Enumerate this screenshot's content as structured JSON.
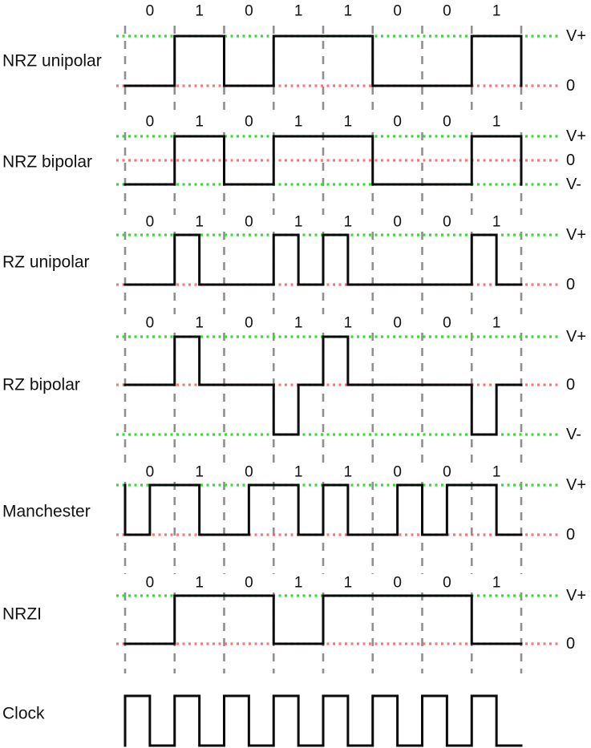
{
  "figure": {
    "description": "Line coding schemes comparison diagram",
    "bits": [
      "0",
      "1",
      "0",
      "1",
      "1",
      "0",
      "0",
      "1"
    ],
    "colors": {
      "grid_dash": "#8f8f8f",
      "level_positive": "#33dd33",
      "level_zero": "#ff5e5e",
      "signal": "#0a0a0a",
      "text": "#111111"
    },
    "level_label_positive": "V+",
    "level_label_zero": "0",
    "level_label_negative": "V-",
    "sections": [
      {
        "id": "nrz-unipolar",
        "label": "NRZ unipolar",
        "show_bits": true,
        "levels": [
          {
            "name": "V+",
            "v": 1
          },
          {
            "name": "0",
            "v": 0
          }
        ],
        "points": [
          [
            0,
            0
          ],
          [
            1,
            0
          ],
          [
            1,
            1
          ],
          [
            2,
            1
          ],
          [
            2,
            0
          ],
          [
            3,
            0
          ],
          [
            3,
            1
          ],
          [
            5,
            1
          ],
          [
            5,
            0
          ],
          [
            7,
            0
          ],
          [
            7,
            1
          ],
          [
            8,
            1
          ],
          [
            8,
            0
          ]
        ]
      },
      {
        "id": "nrz-bipolar",
        "label": "NRZ bipolar",
        "show_bits": true,
        "levels": [
          {
            "name": "V+",
            "v": 1
          },
          {
            "name": "0",
            "v": 0
          },
          {
            "name": "V-",
            "v": -1
          }
        ],
        "points": [
          [
            0,
            -1
          ],
          [
            1,
            -1
          ],
          [
            1,
            1
          ],
          [
            2,
            1
          ],
          [
            2,
            -1
          ],
          [
            3,
            -1
          ],
          [
            3,
            1
          ],
          [
            5,
            1
          ],
          [
            5,
            -1
          ],
          [
            7,
            -1
          ],
          [
            7,
            1
          ],
          [
            8,
            1
          ],
          [
            8,
            -1
          ]
        ]
      },
      {
        "id": "rz-unipolar",
        "label": "RZ unipolar",
        "show_bits": true,
        "levels": [
          {
            "name": "V+",
            "v": 1
          },
          {
            "name": "0",
            "v": 0
          }
        ],
        "points": [
          [
            0,
            0
          ],
          [
            1,
            0
          ],
          [
            1,
            1
          ],
          [
            1.5,
            1
          ],
          [
            1.5,
            0
          ],
          [
            3,
            0
          ],
          [
            3,
            1
          ],
          [
            3.5,
            1
          ],
          [
            3.5,
            0
          ],
          [
            4,
            0
          ],
          [
            4,
            1
          ],
          [
            4.5,
            1
          ],
          [
            4.5,
            0
          ],
          [
            7,
            0
          ],
          [
            7,
            1
          ],
          [
            7.5,
            1
          ],
          [
            7.5,
            0
          ],
          [
            8,
            0
          ]
        ]
      },
      {
        "id": "rz-bipolar",
        "label": "RZ bipolar",
        "show_bits": true,
        "levels": [
          {
            "name": "V+",
            "v": 1
          },
          {
            "name": "0",
            "v": 0
          },
          {
            "name": "V-",
            "v": -1
          }
        ],
        "points": [
          [
            0,
            0
          ],
          [
            1,
            0
          ],
          [
            1,
            1
          ],
          [
            1.5,
            1
          ],
          [
            1.5,
            0
          ],
          [
            3,
            0
          ],
          [
            3,
            -1
          ],
          [
            3.5,
            -1
          ],
          [
            3.5,
            0
          ],
          [
            4,
            0
          ],
          [
            4,
            1
          ],
          [
            4.5,
            1
          ],
          [
            4.5,
            0
          ],
          [
            7,
            0
          ],
          [
            7,
            -1
          ],
          [
            7.5,
            -1
          ],
          [
            7.5,
            0
          ],
          [
            8,
            0
          ]
        ]
      },
      {
        "id": "manchester",
        "label": "Manchester",
        "show_bits": true,
        "levels": [
          {
            "name": "V+",
            "v": 1
          },
          {
            "name": "0",
            "v": 0
          }
        ],
        "points": [
          [
            0,
            1
          ],
          [
            0,
            0
          ],
          [
            0.5,
            0
          ],
          [
            0.5,
            1
          ],
          [
            1.5,
            1
          ],
          [
            1.5,
            0
          ],
          [
            2.5,
            0
          ],
          [
            2.5,
            1
          ],
          [
            3.5,
            1
          ],
          [
            3.5,
            0
          ],
          [
            4,
            0
          ],
          [
            4,
            1
          ],
          [
            4.5,
            1
          ],
          [
            4.5,
            0
          ],
          [
            5.5,
            0
          ],
          [
            5.5,
            1
          ],
          [
            6,
            1
          ],
          [
            6,
            0
          ],
          [
            6.5,
            0
          ],
          [
            6.5,
            1
          ],
          [
            7.5,
            1
          ],
          [
            7.5,
            0
          ],
          [
            8,
            0
          ]
        ]
      },
      {
        "id": "nrzi",
        "label": "NRZI",
        "show_bits": true,
        "levels": [
          {
            "name": "V+",
            "v": 1
          },
          {
            "name": "0",
            "v": 0
          }
        ],
        "points": [
          [
            0,
            0
          ],
          [
            1,
            0
          ],
          [
            1,
            1
          ],
          [
            3,
            1
          ],
          [
            3,
            0
          ],
          [
            4,
            0
          ],
          [
            4,
            1
          ],
          [
            7,
            1
          ],
          [
            7,
            0
          ],
          [
            8,
            0
          ]
        ]
      },
      {
        "id": "clock",
        "label": "Clock",
        "show_bits": false,
        "levels": [],
        "points": [
          [
            0,
            0
          ],
          [
            0,
            1
          ],
          [
            0.5,
            1
          ],
          [
            0.5,
            0
          ],
          [
            1,
            0
          ],
          [
            1,
            1
          ],
          [
            1.5,
            1
          ],
          [
            1.5,
            0
          ],
          [
            2,
            0
          ],
          [
            2,
            1
          ],
          [
            2.5,
            1
          ],
          [
            2.5,
            0
          ],
          [
            3,
            0
          ],
          [
            3,
            1
          ],
          [
            3.5,
            1
          ],
          [
            3.5,
            0
          ],
          [
            4,
            0
          ],
          [
            4,
            1
          ],
          [
            4.5,
            1
          ],
          [
            4.5,
            0
          ],
          [
            5,
            0
          ],
          [
            5,
            1
          ],
          [
            5.5,
            1
          ],
          [
            5.5,
            0
          ],
          [
            6,
            0
          ],
          [
            6,
            1
          ],
          [
            6.5,
            1
          ],
          [
            6.5,
            0
          ],
          [
            7,
            0
          ],
          [
            7,
            1
          ],
          [
            7.5,
            1
          ],
          [
            7.5,
            0
          ],
          [
            8,
            0
          ]
        ]
      }
    ]
  }
}
